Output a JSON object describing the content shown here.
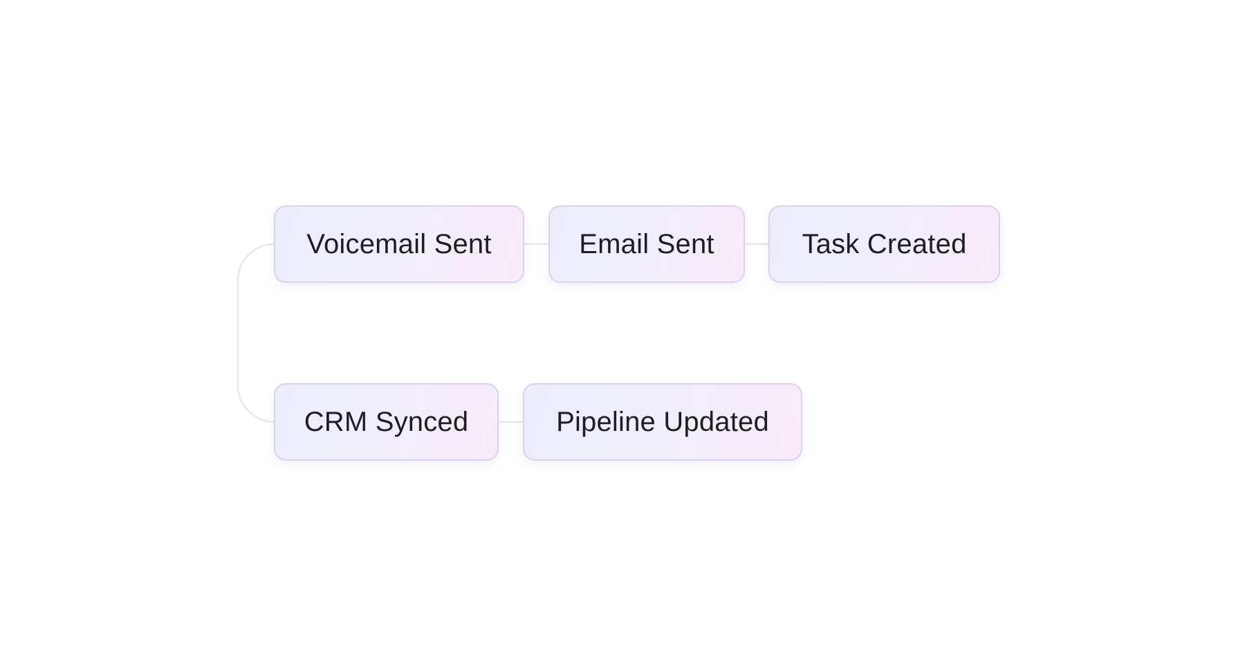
{
  "nodes": [
    {
      "id": "voicemail",
      "label": "Voicemail Sent"
    },
    {
      "id": "email",
      "label": "Email Sent"
    },
    {
      "id": "task",
      "label": "Task Created"
    },
    {
      "id": "crm",
      "label": "CRM Synced"
    },
    {
      "id": "pipeline",
      "label": "Pipeline Updated"
    }
  ],
  "edges": [
    {
      "from": "voicemail",
      "to": "email"
    },
    {
      "from": "email",
      "to": "task"
    },
    {
      "from": "voicemail",
      "to": "crm"
    },
    {
      "from": "crm",
      "to": "pipeline"
    }
  ],
  "colors": {
    "node_border": "#d9d0f3",
    "node_fill_start": "#ecedfc",
    "node_fill_end": "#f8ebf8",
    "connector": "#e7e7e9",
    "text": "#1f1d24"
  }
}
